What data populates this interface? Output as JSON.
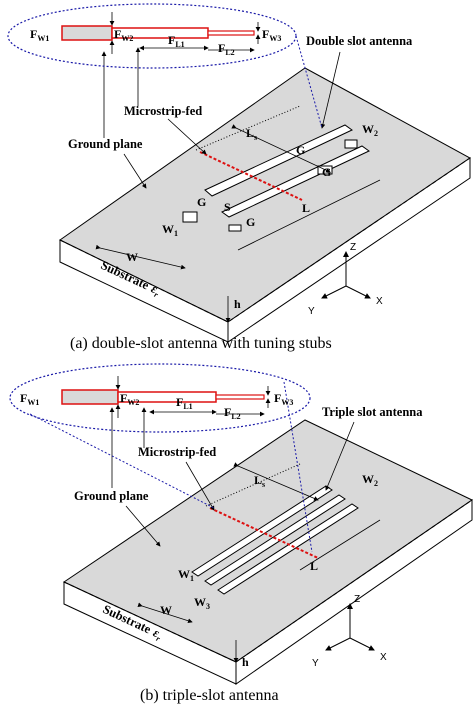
{
  "panel_a": {
    "title": "Double slot antenna",
    "feed": "Microstrip-fed",
    "ground": "Ground plane",
    "substrate": "Substrate",
    "eps": "ε",
    "eps_sub": "r",
    "caption": "(a)   double-slot antenna with tuning stubs",
    "fw1": "F",
    "fw1_sub": "W1",
    "fw2": "F",
    "fw2_sub": "W2",
    "fl1": "F",
    "fl1_sub": "L1",
    "fl2": "F",
    "fl2_sub": "L2",
    "fw3": "F",
    "fw3_sub": "W3",
    "ls": "L",
    "ls_sub": "s",
    "l": "L",
    "s": "S",
    "g1": "G",
    "g2": "G",
    "g3": "G",
    "g4": "G",
    "w": "W",
    "w1": "W",
    "w1_sub": "1",
    "w2": "W",
    "w2_sub": "2",
    "h": "h",
    "ax_z": "Z",
    "ax_y": "Y",
    "ax_x": "X"
  },
  "panel_b": {
    "title": "Triple slot antenna",
    "feed": "Microstrip-fed",
    "ground": "Ground plane",
    "substrate": "Substrate",
    "eps": "ε",
    "eps_sub": "r",
    "caption": "(b)   triple-slot antenna",
    "fw1": "F",
    "fw1_sub": "W1",
    "fw2": "F",
    "fw2_sub": "W2",
    "fl1": "F",
    "fl1_sub": "L1",
    "fl2": "F",
    "fl2_sub": "L2",
    "fw3": "F",
    "fw3_sub": "W3",
    "ls": "L",
    "ls_sub": "s",
    "l": "L",
    "w": "W",
    "w1": "W",
    "w1_sub": "1",
    "w2": "W",
    "w2_sub": "2",
    "w3": "W",
    "w3_sub": "3",
    "h": "h",
    "ax_z": "Z",
    "ax_y": "Y",
    "ax_x": "X"
  },
  "colors": {
    "feed_line": "#dd1111",
    "top_face": "#d9d9d9",
    "ellipse": "#1a1aa8"
  }
}
